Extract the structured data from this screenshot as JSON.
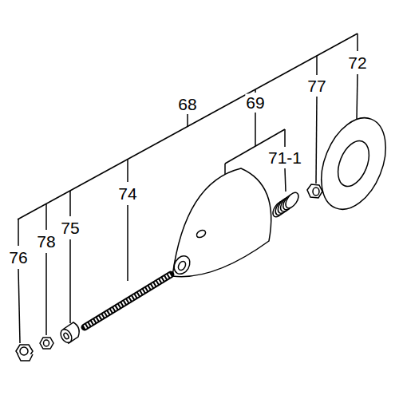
{
  "diagram": {
    "labels": [
      "72",
      "77",
      "68",
      "69",
      "71-1",
      "74",
      "75",
      "78",
      "76"
    ]
  }
}
